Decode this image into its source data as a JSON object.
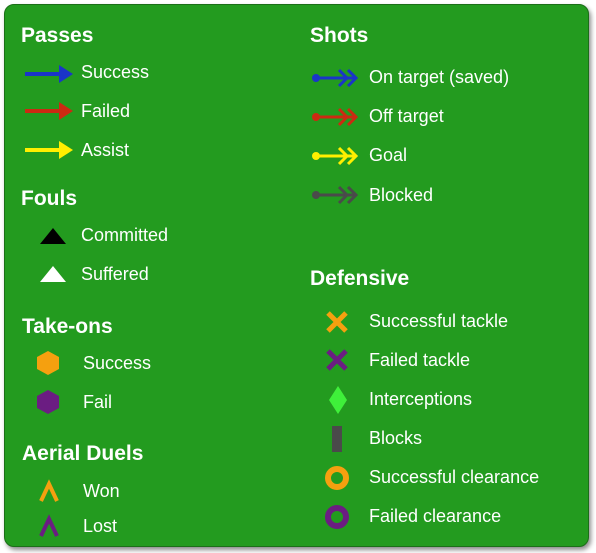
{
  "legend": {
    "passes": {
      "title": "Passes",
      "items": [
        {
          "label": "Success",
          "icon": "blue-arrow-icon",
          "color": "#1a35c9"
        },
        {
          "label": "Failed",
          "icon": "red-arrow-icon",
          "color": "#cc2a12"
        },
        {
          "label": "Assist",
          "icon": "yellow-arrow-icon",
          "color": "#ffef00"
        }
      ]
    },
    "fouls": {
      "title": "Fouls",
      "items": [
        {
          "label": "Committed",
          "icon": "black-triangle-icon",
          "color": "#000000"
        },
        {
          "label": "Suffered",
          "icon": "white-triangle-icon",
          "color": "#ffffff"
        }
      ]
    },
    "take_ons": {
      "title": "Take-ons",
      "items": [
        {
          "label": "Success",
          "icon": "orange-hexagon-icon",
          "color": "#f5a00f"
        },
        {
          "label": "Fail",
          "icon": "purple-hexagon-icon",
          "color": "#6b1d82"
        }
      ]
    },
    "aerial_duels": {
      "title": "Aerial Duels",
      "items": [
        {
          "label": "Won",
          "icon": "orange-caret-icon",
          "color": "#f5a00f"
        },
        {
          "label": "Lost",
          "icon": "purple-caret-icon",
          "color": "#6b1d82"
        }
      ]
    },
    "shots": {
      "title": "Shots",
      "items": [
        {
          "label": "On target (saved)",
          "icon": "blue-shot-arrow-icon",
          "color": "#1a35c9"
        },
        {
          "label": "Off target",
          "icon": "red-shot-arrow-icon",
          "color": "#cc2a12"
        },
        {
          "label": "Goal",
          "icon": "yellow-shot-arrow-icon",
          "color": "#ffef00"
        },
        {
          "label": "Blocked",
          "icon": "gray-shot-arrow-icon",
          "color": "#4a4a4a"
        }
      ]
    },
    "defensive": {
      "title": "Defensive",
      "items": [
        {
          "label": "Successful tackle",
          "icon": "orange-x-icon",
          "color": "#f5a00f"
        },
        {
          "label": "Failed tackle",
          "icon": "purple-x-icon",
          "color": "#6b1d82"
        },
        {
          "label": "Interceptions",
          "icon": "green-diamond-icon",
          "color": "#3ff03a"
        },
        {
          "label": "Blocks",
          "icon": "gray-bar-icon",
          "color": "#4a4a4a"
        },
        {
          "label": "Successful clearance",
          "icon": "orange-ring-icon",
          "color": "#f5a00f"
        },
        {
          "label": "Failed clearance",
          "icon": "purple-ring-icon",
          "color": "#6b1d82"
        }
      ]
    }
  }
}
